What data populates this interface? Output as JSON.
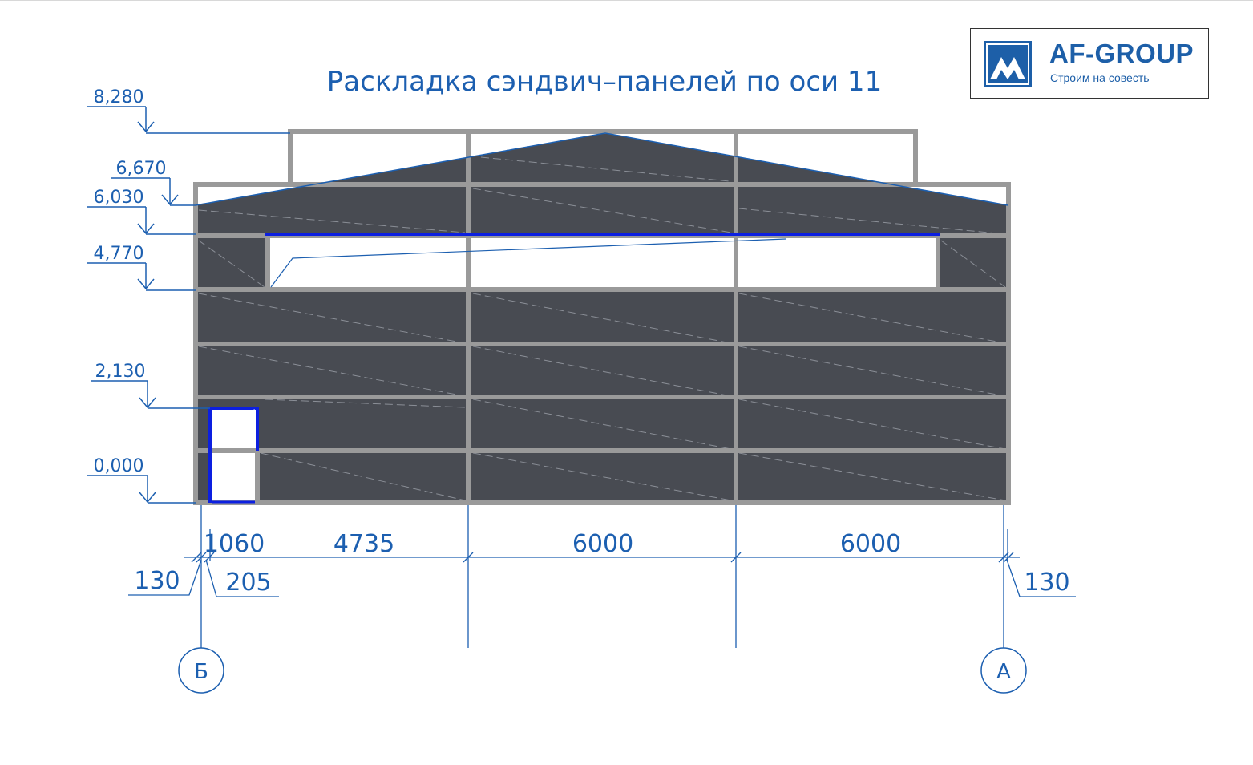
{
  "title": "Раскладка сэндвич–панелей по оси 11",
  "logo": {
    "name": "AF-GROUP",
    "slogan": "Строим на совесть",
    "color": "#1d5fa8"
  },
  "levels": [
    "8,280",
    "6,670",
    "6,030",
    "4,770",
    "2,130",
    "0,000"
  ],
  "dimensions": {
    "top_row": [
      "1060",
      "4735",
      "6000",
      "6000"
    ],
    "callouts": [
      "130",
      "205",
      "130"
    ]
  },
  "axes": [
    "Б",
    "А"
  ],
  "colors": {
    "line": "#1c5fb0",
    "panel": "#484b52",
    "frame": "#9a9a9a",
    "opening": "#0c1fe0"
  }
}
